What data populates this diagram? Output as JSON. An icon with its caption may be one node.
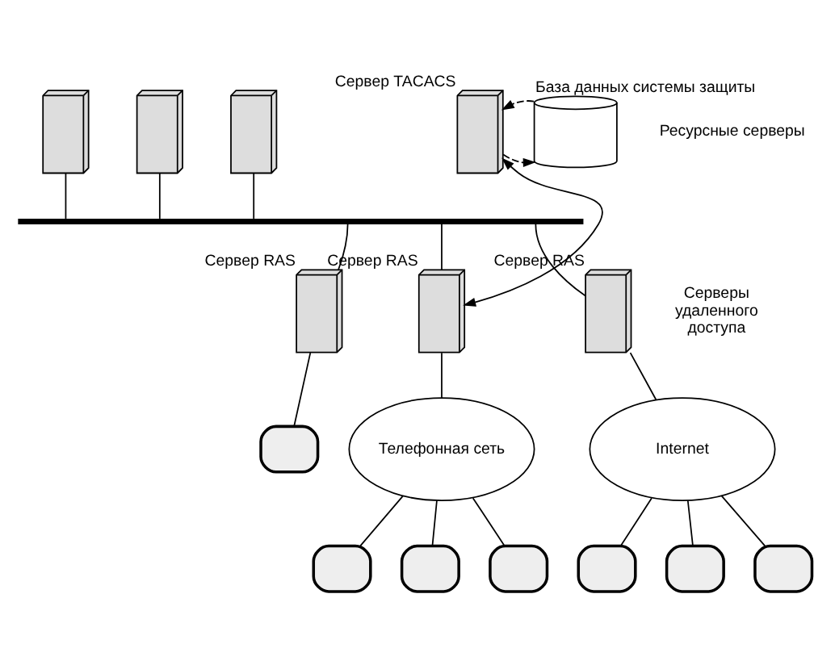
{
  "diagram": {
    "nodes": [
      {
        "text": [],
        "shape": "bar"
      },
      {
        "text": [],
        "shape": "server"
      },
      {
        "text": [],
        "shape": "server"
      },
      {
        "text": [],
        "shape": "server"
      },
      {
        "text": [],
        "shape": "server",
        "beside": [
          "Сервер TACACS"
        ]
      },
      {
        "text": [],
        "shape": "cylinder",
        "beside": [
          "База данных системы защиты"
        ]
      },
      {
        "text": [],
        "shape": "server",
        "beside": [
          "Сервер RAS"
        ]
      },
      {
        "text": [],
        "shape": "server",
        "beside": [
          "Сервер RAS"
        ]
      },
      {
        "text": [],
        "shape": "server",
        "beside": [
          "Сервер RAS"
        ]
      },
      {
        "text": [],
        "shape": "computer"
      },
      {
        "text": [
          "Телефонная сеть"
        ]
      },
      {
        "text": [
          "Internet"
        ]
      },
      {
        "text": [],
        "shape": "computer"
      },
      {
        "text": [],
        "shape": "computer"
      },
      {
        "text": [],
        "shape": "computer"
      },
      {
        "text": [],
        "shape": "computer"
      },
      {
        "text": [],
        "shape": "computer"
      },
      {
        "text": [],
        "shape": "computer"
      }
    ],
    "edges": [
      {
        "from": 1,
        "to": 0,
        "arrow": "none"
      },
      {
        "from": 2,
        "to": 0,
        "arrow": "none"
      },
      {
        "from": 3,
        "to": 0,
        "arrow": "none"
      },
      {
        "from": 0,
        "to": 6,
        "arrow": "none"
      },
      {
        "from": 0,
        "to": 7,
        "arrow": "none"
      },
      {
        "from": 0,
        "to": 8,
        "arrow": "none"
      },
      {
        "from": 4,
        "to": 7,
        "arrow": "both"
      },
      {
        "from": 4,
        "to": 5,
        "arrow": "to",
        "style": "dashed"
      },
      {
        "from": 5,
        "to": 4,
        "arrow": "to",
        "style": "dashed"
      },
      {
        "from": 6,
        "to": 9,
        "arrow": "none"
      },
      {
        "from": 7,
        "to": 10,
        "arrow": "none"
      },
      {
        "from": 8,
        "to": 11,
        "arrow": "none"
      },
      {
        "from": 10,
        "to": 12,
        "arrow": "none"
      },
      {
        "from": 10,
        "to": 13,
        "arrow": "none"
      },
      {
        "from": 10,
        "to": 14,
        "arrow": "none"
      },
      {
        "from": 11,
        "to": 15,
        "arrow": "none"
      },
      {
        "from": 11,
        "to": 16,
        "arrow": "none"
      },
      {
        "from": 11,
        "to": 17,
        "arrow": "none"
      }
    ],
    "labels": [
      "Ресурсные серверы",
      "Серверы удаленного доступа"
    ]
  }
}
